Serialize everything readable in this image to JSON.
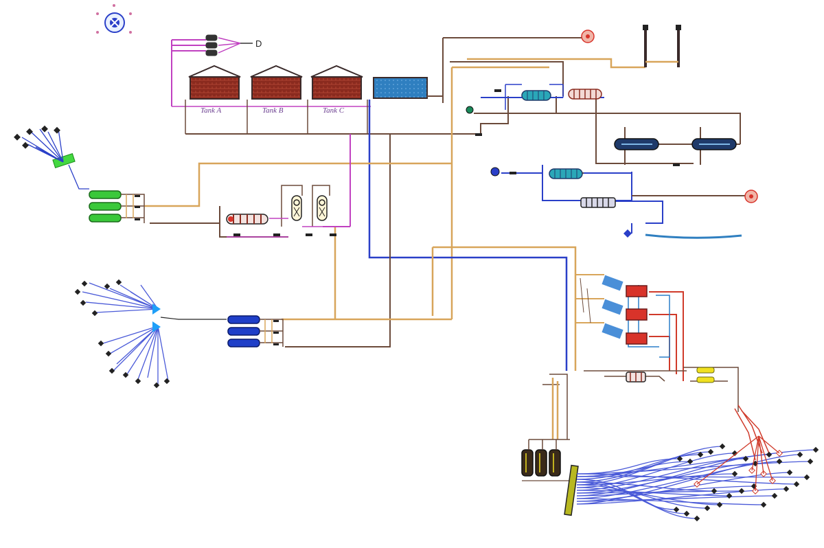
{
  "diagram": {
    "tank_labels": [
      "Tank A",
      "Tank B",
      "Tank C"
    ],
    "mixer_output_label": "D",
    "colors": {
      "background": "#ffffff",
      "pipe_brown": "#6b4a3a",
      "pipe_orange": "#d8a55a",
      "pipe_magenta": "#c040c0",
      "pipe_blue": "#2a3fc8",
      "pipe_red": "#d03a2a",
      "tank_red": "#8a2a1e",
      "pool_blue": "#2f7fc0",
      "bundle_blue": "#4a5ad8",
      "battery_green": "#3ac83a",
      "battery_blue": "#1f3fc8",
      "exchanger_teal": "#2aa7b8",
      "vessel_navy": "#1f3a6a",
      "heater_red": "#d8332a",
      "target_pink": "#f0b5a8",
      "header_lime": "#44d840",
      "header_yellow": "#b8b820"
    },
    "icons": [
      "compass-rose-icon",
      "mixer-icon",
      "storage-tank-icon",
      "open-basin-icon",
      "heat-exchanger-icon",
      "separator-vessel-icon",
      "pump-icon",
      "valve-icon",
      "stack-icon",
      "target-icon",
      "well-marker-icon",
      "manifold-header-icon"
    ]
  }
}
